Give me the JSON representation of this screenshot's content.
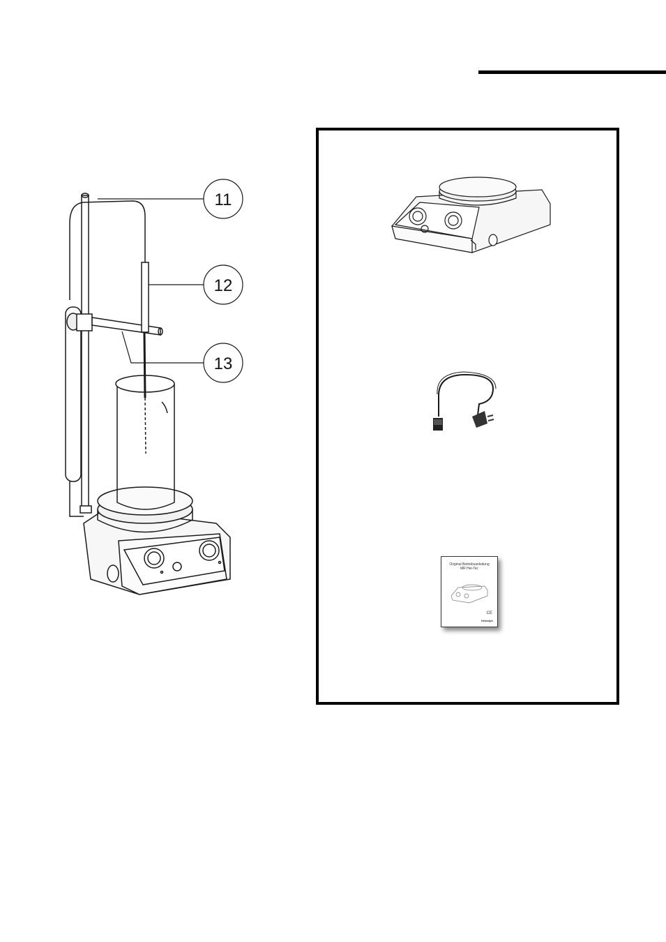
{
  "callouts": [
    {
      "number": "11",
      "part": "temperature-probe-cable"
    },
    {
      "number": "12",
      "part": "temperature-probe-handle"
    },
    {
      "number": "13",
      "part": "probe-holder-rod"
    }
  ],
  "manual": {
    "title_line1": "Original Betriebsanleitung",
    "title_line2": "MR Hei-Tec",
    "brand": "Heidolph",
    "mark": "CE"
  },
  "colors": {
    "line": "#1a1a1a",
    "fill_light": "#f4f4f4",
    "frame": "#000000"
  }
}
